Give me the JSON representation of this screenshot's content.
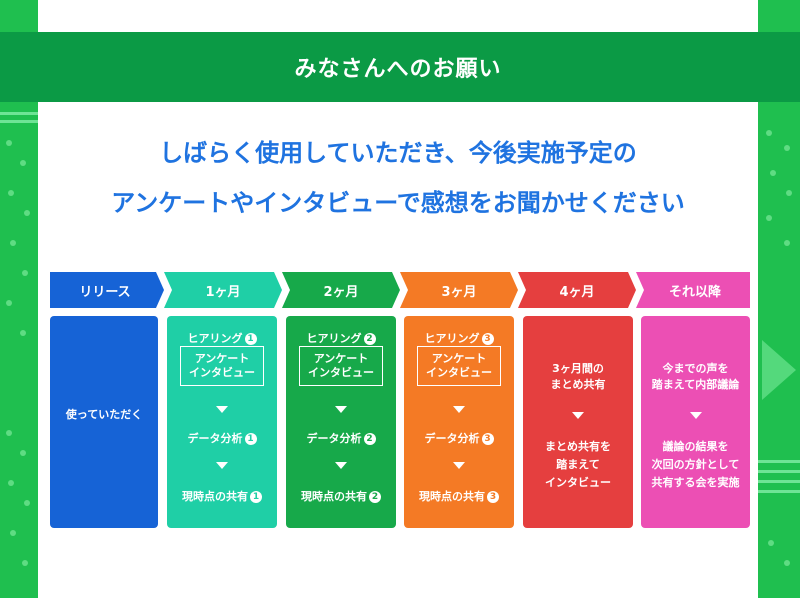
{
  "banner": {
    "title": "みなさんへのお願い"
  },
  "headline": {
    "line1": "しばらく使用していただき、今後実施予定の",
    "line2": "アンケートやインタビューで感想をお聞かせください"
  },
  "colors": {
    "banner": "#0b9a45",
    "headline": "#1f73e0",
    "release": "#1663d6",
    "month1": "#1fcfa6",
    "month2": "#17a94a",
    "month3": "#f47a25",
    "month4": "#e53f3f",
    "after": "#ec4fb4"
  },
  "phases": [
    "リリース",
    "1ヶ月",
    "2ヶ月",
    "3ヶ月",
    "4ヶ月",
    "それ以降"
  ],
  "cards": {
    "release": {
      "text": "使っていただく"
    },
    "month1": {
      "hearing": "ヒアリング",
      "n": "1",
      "box1": "アンケート",
      "box2": "インタビュー",
      "analysis": "データ分析",
      "share": "現時点の共有"
    },
    "month2": {
      "hearing": "ヒアリング",
      "n": "2",
      "box1": "アンケート",
      "box2": "インタビュー",
      "analysis": "データ分析",
      "share": "現時点の共有"
    },
    "month3": {
      "hearing": "ヒアリング",
      "n": "3",
      "box1": "アンケート",
      "box2": "インタビュー",
      "analysis": "データ分析",
      "share": "現時点の共有"
    },
    "month4": {
      "l1": "3ヶ月間の",
      "l2": "まとめ共有",
      "l3": "まとめ共有を",
      "l4": "踏まえて",
      "l5": "インタビュー"
    },
    "after": {
      "l1": "今までの声を",
      "l2": "踏まえて内部議論",
      "l3": "議論の結果を",
      "l4": "次回の方針として",
      "l5": "共有する会を実施"
    }
  }
}
